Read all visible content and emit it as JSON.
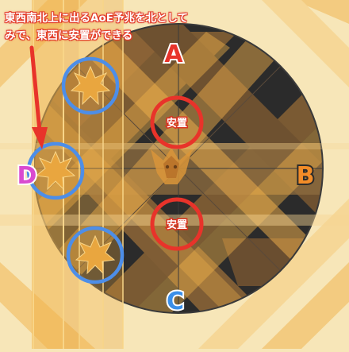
{
  "note": {
    "line1": "東西南北上に出るAoE予兆を北として",
    "line2": "みで、東西に安置ができる"
  },
  "markers": {
    "north": "A",
    "east": "B",
    "south": "C",
    "west": "D"
  },
  "safe_spots": {
    "upper": "安置",
    "lower": "安置"
  },
  "colors": {
    "background": "#f7e6b8",
    "arena_dark": "#2b2b2b",
    "aoe_orange": "#f0b24a",
    "safe_circle": "#e8332a",
    "aoe_indicator_circle": "#4d8ee8",
    "marker_a": "#e8332a",
    "marker_b": "#f28c28",
    "marker_c": "#3b8fe8",
    "marker_d": "#d94ad0",
    "arrow": "#e8332a"
  }
}
